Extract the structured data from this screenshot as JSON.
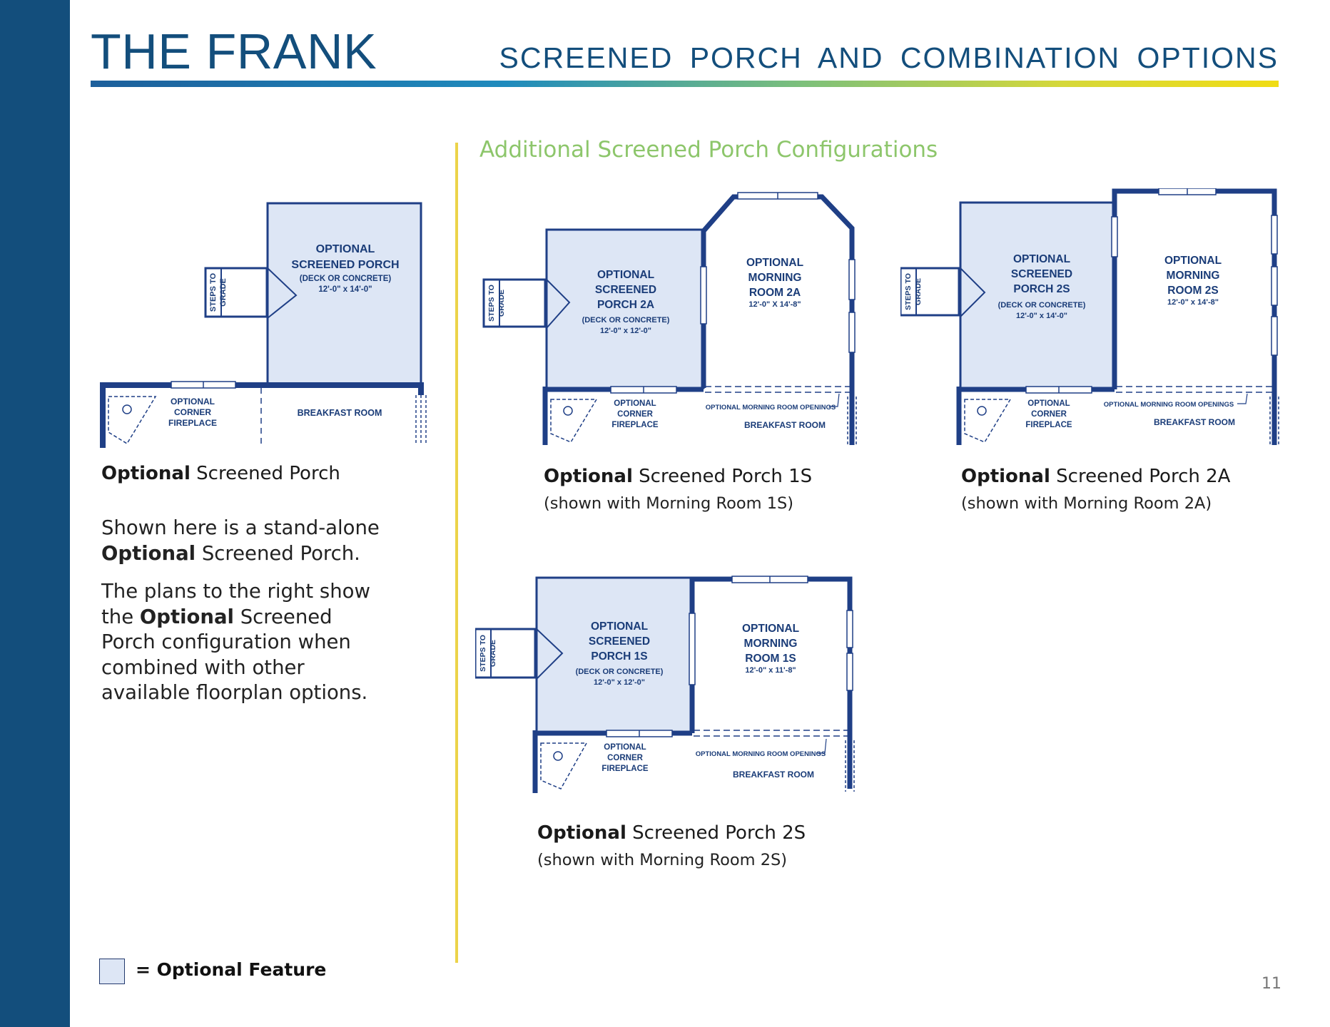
{
  "header": {
    "title": "THE FRANK",
    "subtitle": "SCREENED PORCH AND COMBINATION OPTIONS"
  },
  "section_heading": "Additional Screened Porch Configurations",
  "plans": {
    "standalone": {
      "porch_lines": [
        "OPTIONAL",
        "SCREENED PORCH"
      ],
      "porch_detail": "(DECK OR CONCRETE)",
      "porch_size": "12'-0\" x 14'-0\"",
      "steps": [
        "STEPS TO",
        "GRADE"
      ],
      "fireplace": [
        "OPTIONAL",
        "CORNER",
        "FIREPLACE"
      ],
      "breakfast": "BREAKFAST ROOM",
      "caption_bold": "Optional",
      "caption_rest": " Screened Porch"
    },
    "porch_1s": {
      "porch_lines": [
        "OPTIONAL",
        "SCREENED",
        "PORCH 2A"
      ],
      "porch_detail": "(DECK OR CONCRETE)",
      "porch_size": "12'-0\" x 12'-0\"",
      "morning_lines": [
        "OPTIONAL",
        "MORNING",
        "ROOM 2A"
      ],
      "morning_size": "12'-0\" X 14'-8\"",
      "openings": "OPTIONAL MORNING ROOM OPENINGS",
      "steps": [
        "STEPS TO",
        "GRADE"
      ],
      "fireplace": [
        "OPTIONAL",
        "CORNER",
        "FIREPLACE"
      ],
      "breakfast": "BREAKFAST ROOM",
      "caption_bold": "Optional",
      "caption_rest": " Screened Porch 1S",
      "caption_sub": "(shown with Morning Room 1S)"
    },
    "porch_2a": {
      "porch_lines": [
        "OPTIONAL",
        "SCREENED",
        "PORCH 2S"
      ],
      "porch_detail": "(DECK OR CONCRETE)",
      "porch_size": "12'-0\" x 14'-0\"",
      "morning_lines": [
        "OPTIONAL",
        "MORNING",
        "ROOM 2S"
      ],
      "morning_size": "12'-0\" x 14'-8\"",
      "openings": "OPTIONAL MORNING ROOM OPENINGS",
      "steps": [
        "STEPS TO",
        "GRADE"
      ],
      "fireplace": [
        "OPTIONAL",
        "CORNER",
        "FIREPLACE"
      ],
      "breakfast": "BREAKFAST ROOM",
      "caption_bold": "Optional",
      "caption_rest": " Screened Porch 2A",
      "caption_sub": "(shown with Morning Room 2A)"
    },
    "porch_2s": {
      "porch_lines": [
        "OPTIONAL",
        "SCREENED",
        "PORCH 1S"
      ],
      "porch_detail": "(DECK OR CONCRETE)",
      "porch_size": "12'-0\" x 12'-0\"",
      "morning_lines": [
        "OPTIONAL",
        "MORNING",
        "ROOM 1S"
      ],
      "morning_size": "12'-0\" x 11'-8\"",
      "openings": "OPTIONAL MORNING ROOM OPENINGS",
      "steps": [
        "STEPS TO",
        "GRADE"
      ],
      "fireplace": [
        "OPTIONAL",
        "CORNER",
        "FIREPLACE"
      ],
      "breakfast": "BREAKFAST ROOM",
      "caption_bold": "Optional",
      "caption_rest": " Screened Porch 2S",
      "caption_sub": "(shown with Morning Room 2S)"
    }
  },
  "description": {
    "p1_a": "Shown here is a stand-alone ",
    "p1_bold": "Optional",
    "p1_b": " Screened Porch.",
    "p2_a": "The plans to the right show the ",
    "p2_bold": "Optional",
    "p2_b": " Screened Porch configuration when combined with other available floorplan options."
  },
  "legend": {
    "label": "= Optional Feature",
    "swatch_color": "#dde6f5"
  },
  "page_number": "11",
  "colors": {
    "brand_blue": "#134e7c",
    "wall_blue": "#1f3f86",
    "optional_fill": "#dde6f5",
    "heading_green": "#8dc66b",
    "divider_yellow": "#ecd34a"
  }
}
